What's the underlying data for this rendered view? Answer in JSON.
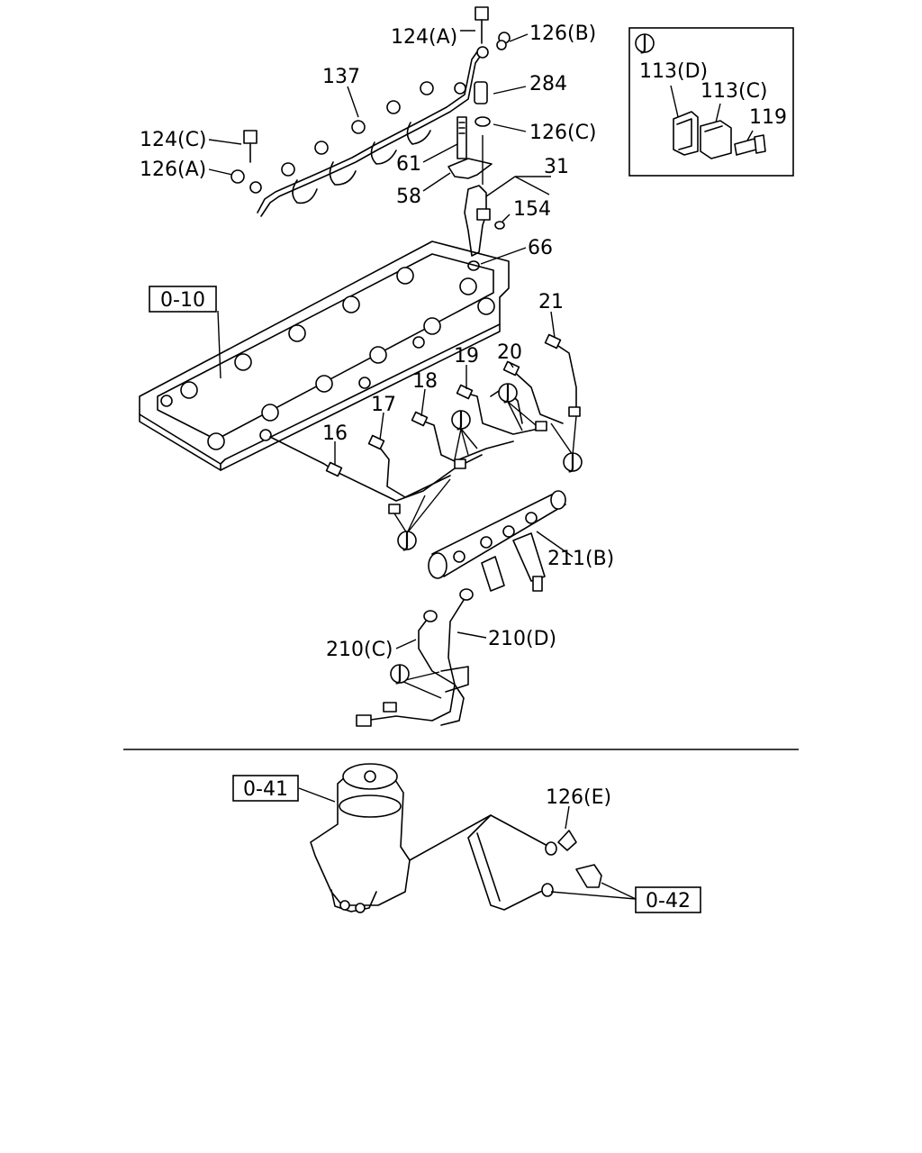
{
  "labels": {
    "p124a": "124(A)",
    "p126b": "126(B)",
    "p137": "137",
    "p284": "284",
    "p124c": "124(C)",
    "p126c": "126(C)",
    "p126a": "126(A)",
    "p61": "61",
    "p31": "31",
    "p58": "58",
    "p154": "154",
    "p66": "66",
    "p21": "21",
    "p20": "20",
    "p19": "19",
    "p18": "18",
    "p17": "17",
    "p16": "16",
    "p211b": "211(B)",
    "p210c": "210(C)",
    "p210d": "210(D)",
    "p126e": "126(E)",
    "p113d": "113(D)",
    "p113c": "113(C)",
    "p119": "119"
  },
  "refs": {
    "r010": "0-10",
    "r041": "0-41",
    "r042": "0-42"
  },
  "clip_marker": "J",
  "inset_marker": "J"
}
